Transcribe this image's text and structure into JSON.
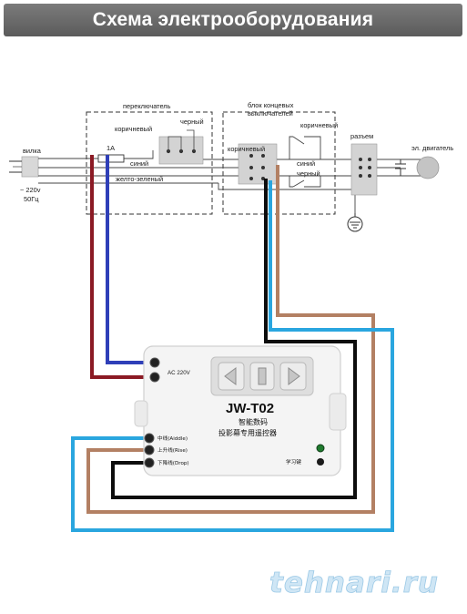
{
  "title": "Схема электрооборудования",
  "labels": {
    "plug": "вилка",
    "voltage": "~ 220v",
    "frequency": "50Гц",
    "switch": "переключатель",
    "fuse": "1А",
    "brown_switch": "коричневый",
    "black_switch": "черный",
    "blue_line": "синий",
    "yellow_green": "желто-зеленый",
    "limit_block_line1": "блок концевых",
    "limit_block_line2": "выключателей",
    "brown_limit_in": "коричневый",
    "brown_limit_top": "коричневый",
    "blue_limit": "синий",
    "black_limit": "черный",
    "connector": "разъем",
    "motor": "эл. двигатель"
  },
  "module": {
    "model": "JW-T02",
    "title_cn_1": "智能数码",
    "title_cn_2": "投影幕专用遥控器",
    "ac_label": "AC 220V",
    "middle_label": "中线(Aiddle)",
    "rise_label": "上升线(Rise)",
    "drop_label": "下降线(Drop)",
    "learn_key": "学习键"
  },
  "watermark": "tehnari.ru",
  "colors": {
    "banner": "#6b6b6b",
    "wire_red": "#8b1a24",
    "wire_blue": "#2f3fb8",
    "wire_black": "#0d0d0d",
    "wire_brown": "#b38063",
    "wire_cyan": "#2aa6df"
  }
}
